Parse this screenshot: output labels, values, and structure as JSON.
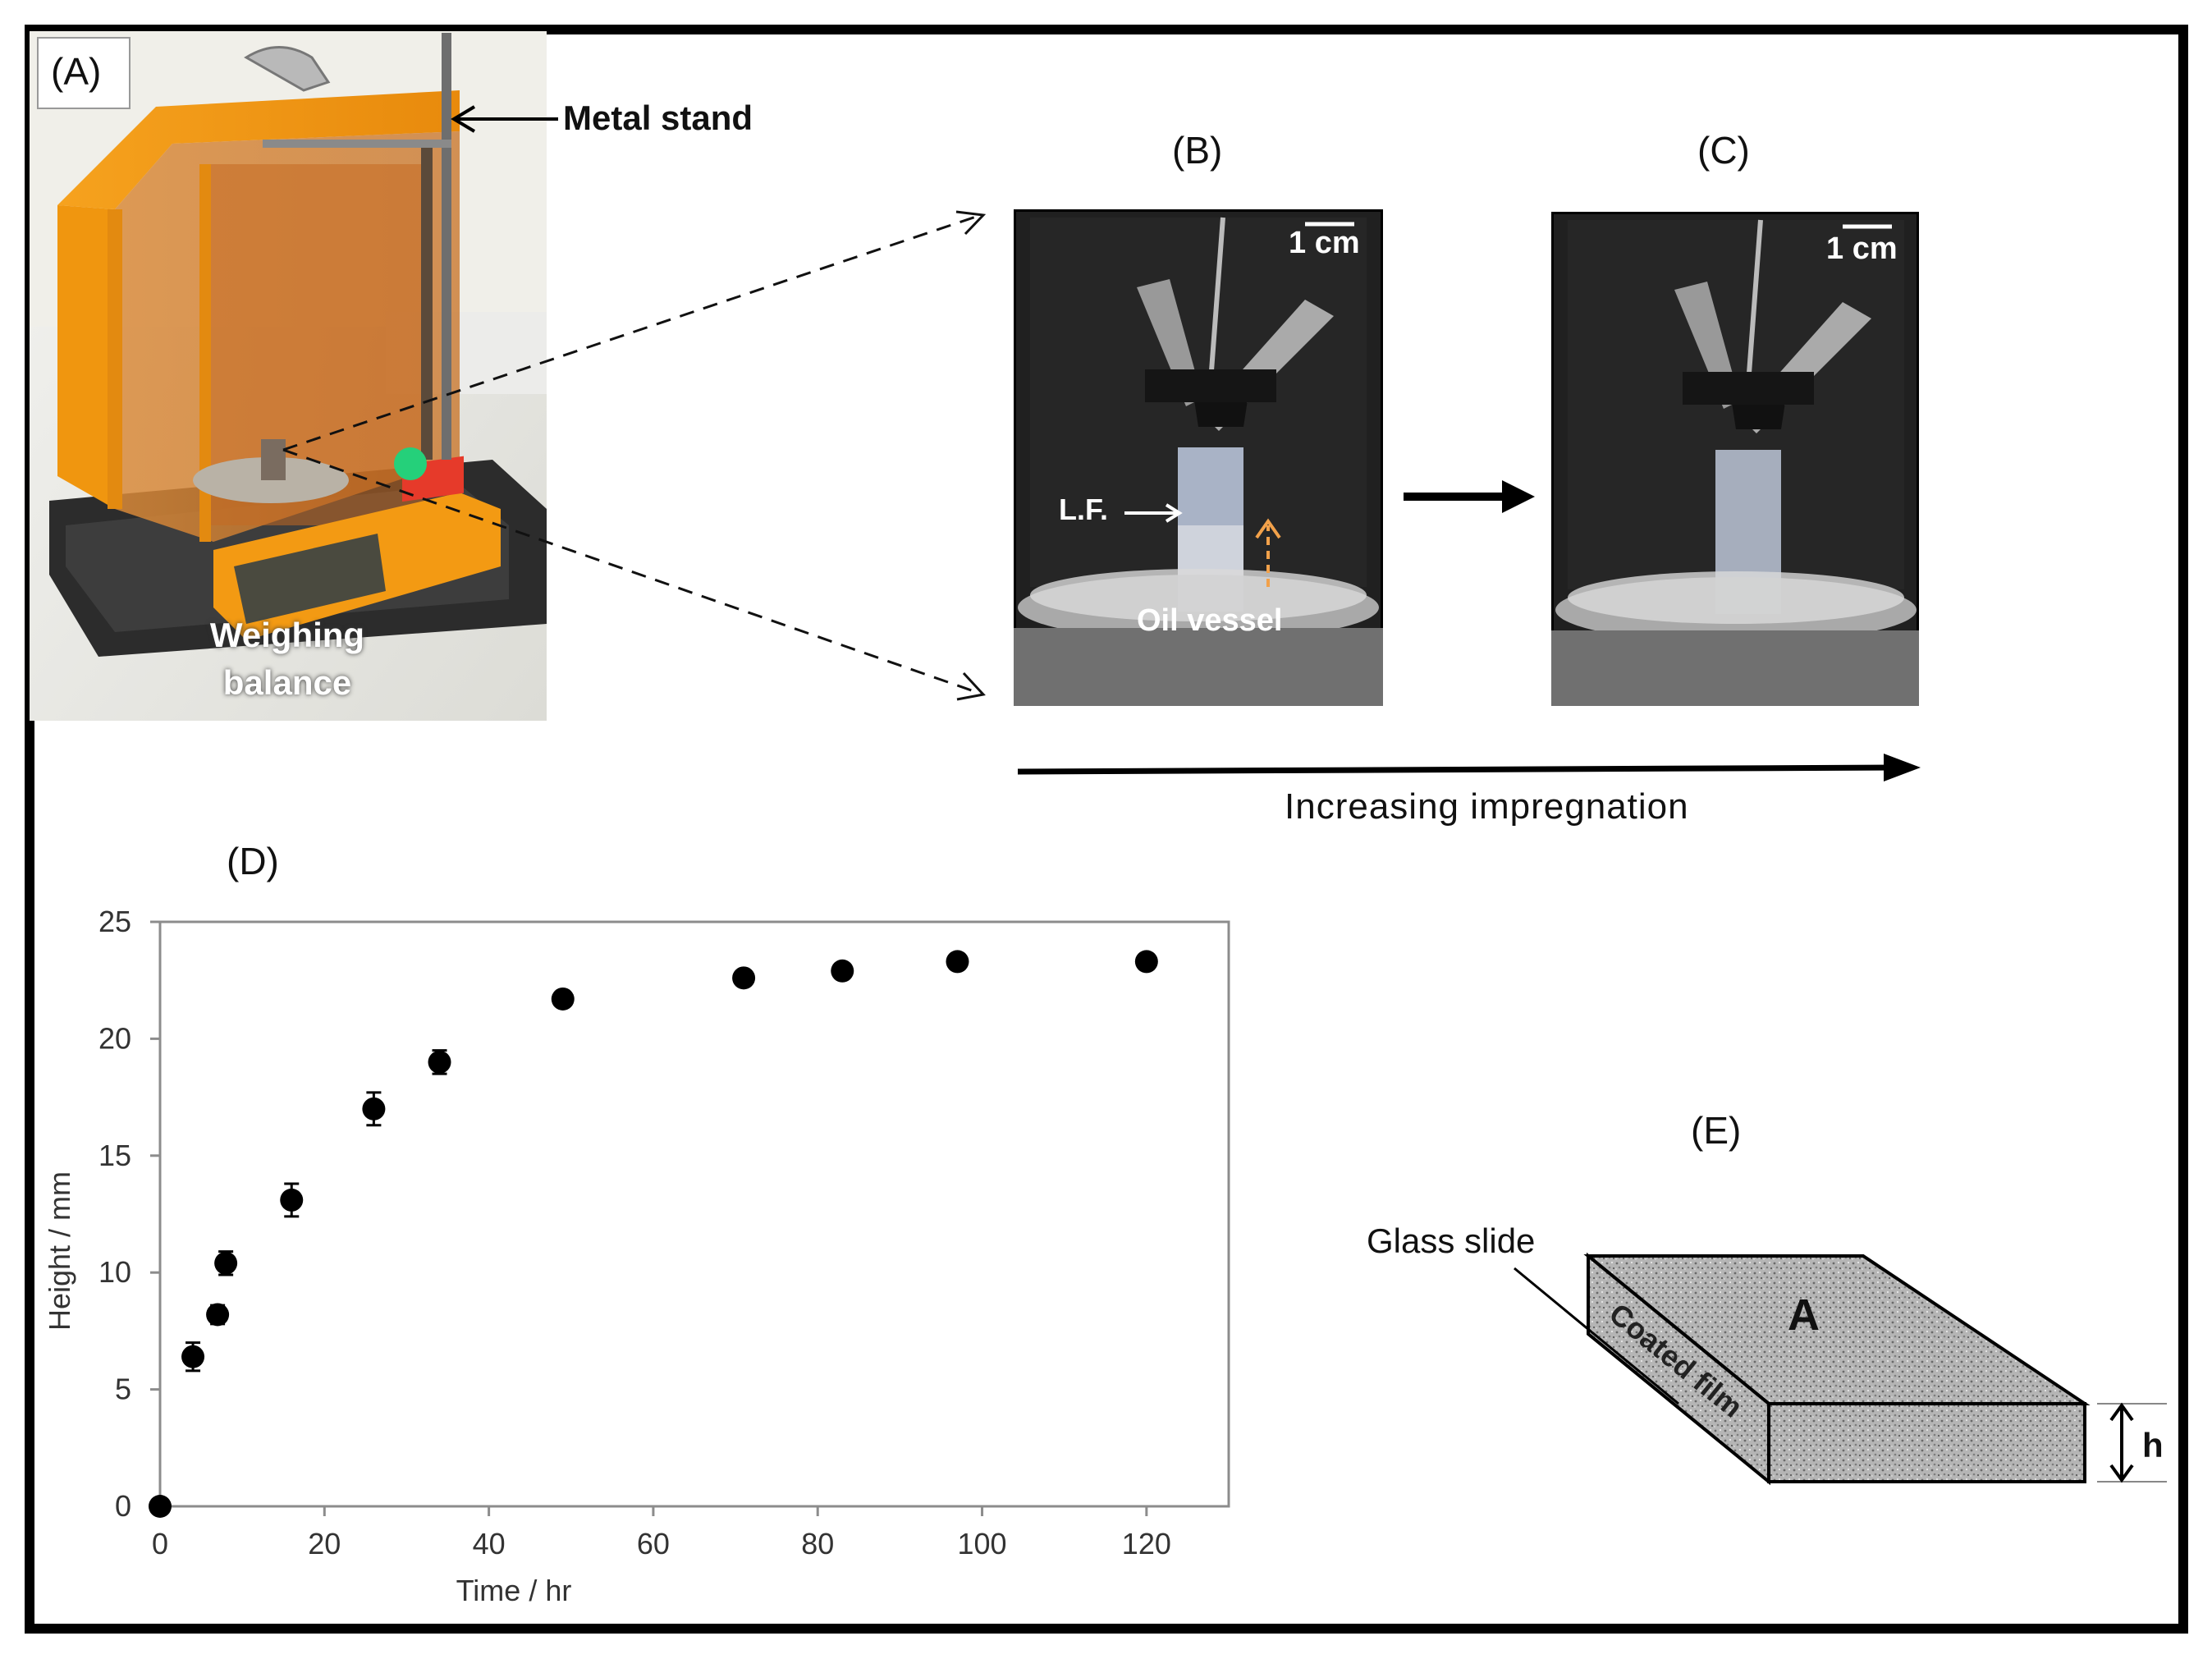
{
  "panels": {
    "a": {
      "label": "(A)",
      "stand_label": "Metal stand",
      "balance_label_line1": "Weighing",
      "balance_label_line2": "balance"
    },
    "b": {
      "label": "(B)",
      "scale_label": "1 cm",
      "lf_label": "L.F.",
      "vessel_label": "Oil vessel"
    },
    "c": {
      "label": "(C)",
      "scale_label": "1 cm"
    },
    "progress_label": "Increasing impregnation",
    "d": {
      "label": "(D)"
    },
    "e": {
      "label": "(E)",
      "glass_label": "Glass slide",
      "film_label": "Coated film",
      "top_letter": "A",
      "height_letter": "h"
    }
  },
  "chart_data": {
    "type": "scatter",
    "xlabel": "Time / hr",
    "ylabel": "Height / mm",
    "xlim": [
      0,
      130
    ],
    "ylim": [
      0,
      25
    ],
    "xticks": [
      0,
      20,
      40,
      60,
      80,
      100,
      120
    ],
    "yticks": [
      0,
      5,
      10,
      15,
      20,
      25
    ],
    "grid": false,
    "series": [
      {
        "points": [
          {
            "x": 0,
            "y": 0.0,
            "err": 0.0
          },
          {
            "x": 4,
            "y": 6.4,
            "err": 0.6
          },
          {
            "x": 7,
            "y": 8.2,
            "err": 0.4
          },
          {
            "x": 8,
            "y": 10.4,
            "err": 0.5
          },
          {
            "x": 16,
            "y": 13.1,
            "err": 0.7
          },
          {
            "x": 26,
            "y": 17.0,
            "err": 0.7
          },
          {
            "x": 34,
            "y": 19.0,
            "err": 0.5
          },
          {
            "x": 49,
            "y": 21.7,
            "err": 0.0
          },
          {
            "x": 71,
            "y": 22.6,
            "err": 0.0
          },
          {
            "x": 83,
            "y": 22.9,
            "err": 0.0
          },
          {
            "x": 97,
            "y": 23.3,
            "err": 0.0
          },
          {
            "x": 120,
            "y": 23.3,
            "err": 0.0
          }
        ]
      }
    ]
  }
}
